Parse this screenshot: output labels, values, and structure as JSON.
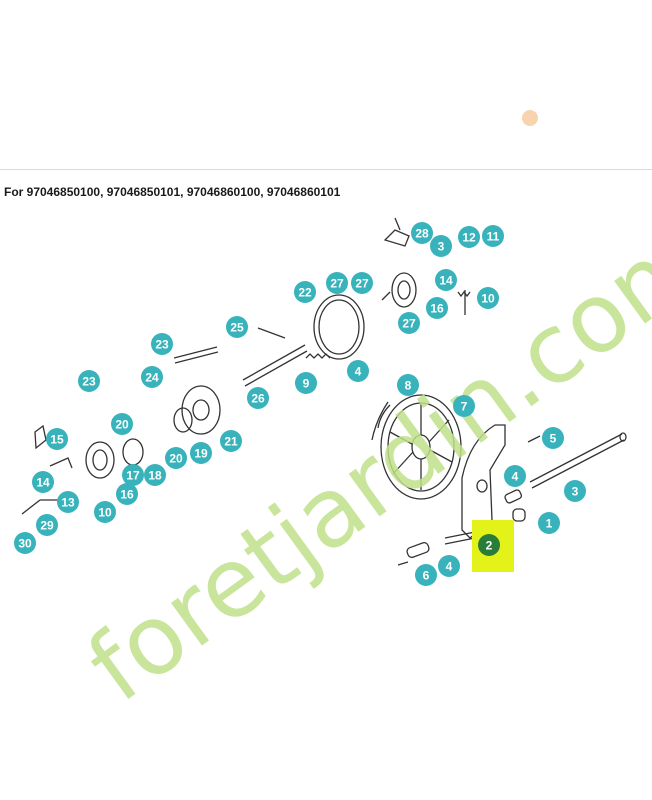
{
  "caption": "For 97046850100, 97046850101, 97046860100, 97046860101",
  "watermark": "foretjardin.com",
  "colors": {
    "callout": "#38b3bb",
    "highlight_box": "#e3f31a",
    "highlight_badge": "#2a7c3a",
    "watermark_green": "#bfe08a",
    "watermark_orange": "#f6c99a",
    "line": "#333333"
  },
  "callouts": [
    "28",
    "3",
    "12",
    "11",
    "27",
    "27",
    "22",
    "14",
    "10",
    "16",
    "27",
    "25",
    "23",
    "24",
    "9",
    "4",
    "8",
    "26",
    "7",
    "23",
    "5",
    "20",
    "15",
    "4",
    "20",
    "19",
    "21",
    "3",
    "14",
    "17",
    "18",
    "13",
    "10",
    "16",
    "1",
    "29",
    "30",
    "6",
    "4"
  ],
  "highlighted_callout": "2"
}
